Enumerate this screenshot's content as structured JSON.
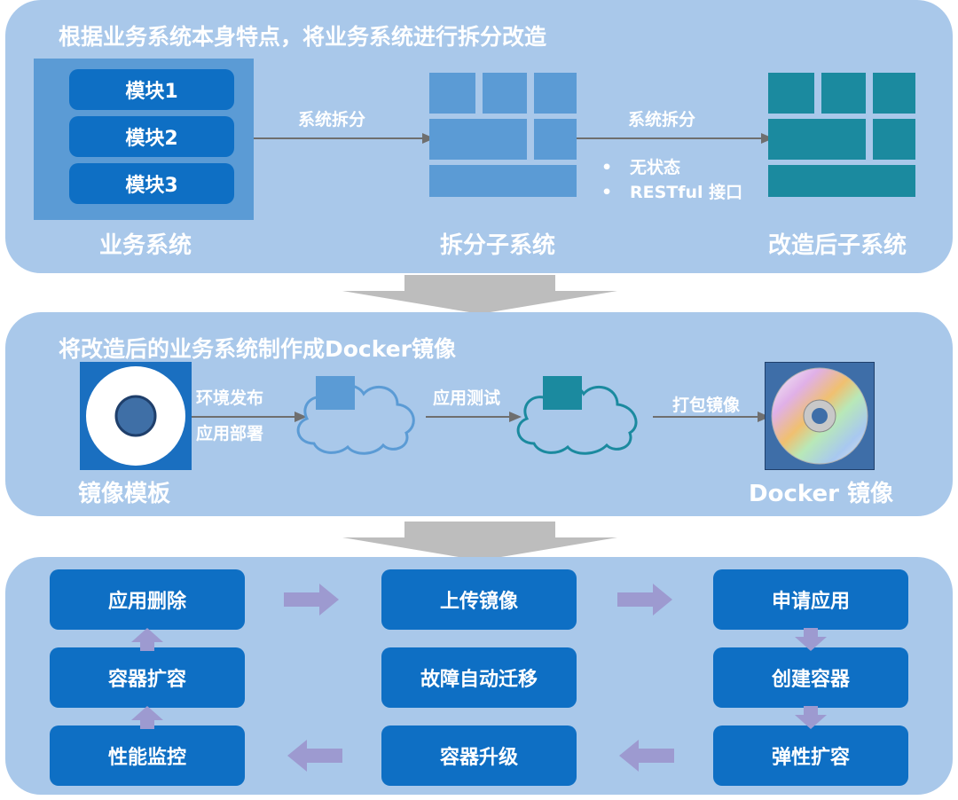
{
  "panel1": {
    "title": "根据业务系统本身特点，将业务系统进行拆分改造",
    "modules": [
      "模块1",
      "模块2",
      "模块3"
    ],
    "label_business": "业务系统",
    "label_split": "拆分子系统",
    "label_reformed": "改造后子系统",
    "edge1": "系统拆分",
    "edge2": "系统拆分",
    "bullets": [
      "无状态",
      "RESTful 接口"
    ]
  },
  "panel2": {
    "title": "将改造后的业务系统制作成Docker镜像",
    "label_template": "镜像模板",
    "label_docker": "Docker 镜像",
    "edge1_line1": "环境发布",
    "edge1_line2": "应用部署",
    "edge2": "应用测试",
    "edge3": "打包镜像"
  },
  "panel3": {
    "steps": {
      "app_delete": "应用删除",
      "upload_image": "上传镜像",
      "apply_app": "申请应用",
      "container_scale": "容器扩容",
      "fault_migrate": "故障自动迁移",
      "create_container": "创建容器",
      "perf_monitor": "性能监控",
      "container_upgrade": "容器升级",
      "elastic_scale": "弹性扩容"
    }
  },
  "colors": {
    "panel_bg": "#a9c8ea",
    "module_blue": "#0e6fc4",
    "block_light_blue": "#5b9bd5",
    "block_teal": "#1b8a9f",
    "flow_arrow": "#9d9ad0",
    "big_arrow": "#bdbdbd"
  },
  "icons": [
    "disc-template-icon",
    "cloud-icon",
    "dvd-disc-icon",
    "arrow-icon"
  ]
}
